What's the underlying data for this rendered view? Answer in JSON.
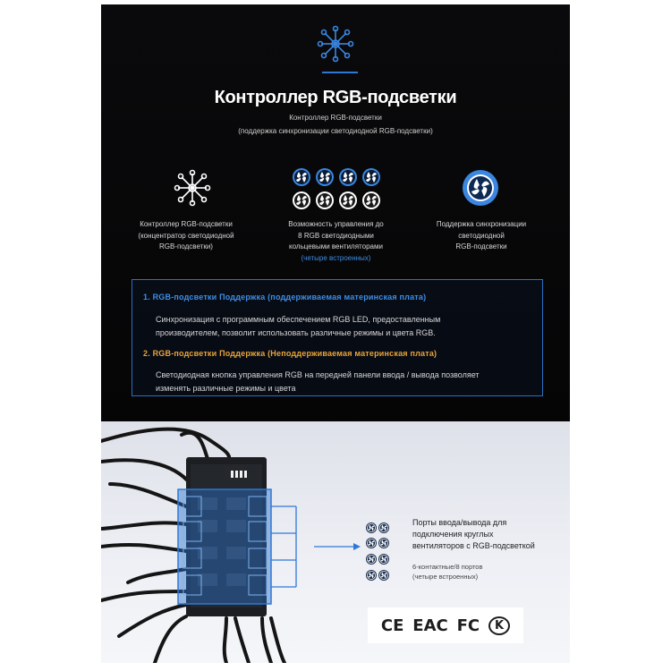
{
  "colors": {
    "accent_blue": "#2f78d6",
    "label_blue": "#3d8ee6",
    "label_orange": "#e8a33a",
    "panel_dark": "#050506",
    "panel_light": "#eef0f5"
  },
  "header": {
    "icon": "hub-network-icon",
    "title": "Контроллер RGB-подсветки",
    "subtitle_line1": "Контроллер RGB-подсветки",
    "subtitle_line2": "(поддержка синхронизации светодиодной RGB-подсветки)"
  },
  "features": [
    {
      "icon": "hub-network-icon",
      "line1": "Контроллер RGB-подсветки",
      "line2": "(концентратор светодиодной",
      "line3": "RGB-подсветки)"
    },
    {
      "icon": "fan-grid-icon",
      "line1": "Возможность управления до",
      "line2": "8 RGB светодиодными",
      "line3": "кольцевыми вентиляторами",
      "note": "(четыре встроенных)"
    },
    {
      "icon": "fan-sync-icon",
      "line1": "Поддержка синхронизации",
      "line2": "светодиодной",
      "line3": "RGB-подсветки"
    }
  ],
  "support": {
    "heading1": "1. RGB-подсветки Поддержка (поддерживаемая материнская плата)",
    "text1_line1": "Синхронизация с программным обеспечением RGB LED, предоставленным",
    "text1_line2": "производителем, позволит использовать различные режимы и цвета RGB.",
    "heading2": "2. RGB-подсветки Поддержка (Неподдерживаемая материнская плата)",
    "text2_line1": "Светодиодная кнопка управления RGB на передней панели ввода / вывода позволяет",
    "text2_line2": "изменять различные режимы и цвета"
  },
  "product": {
    "ports_icon": "port-grid-icon",
    "ports_title_line1": "Порты ввода/вывода для",
    "ports_title_line2": "подключения круглых",
    "ports_title_line3": "вентиляторов с RGB-подсветкой",
    "ports_sub_line1": "6-контактные/8 портов",
    "ports_sub_line2": "(четыре встроенных)",
    "certifications": [
      "CE",
      "EAC",
      "FC",
      "K"
    ]
  }
}
